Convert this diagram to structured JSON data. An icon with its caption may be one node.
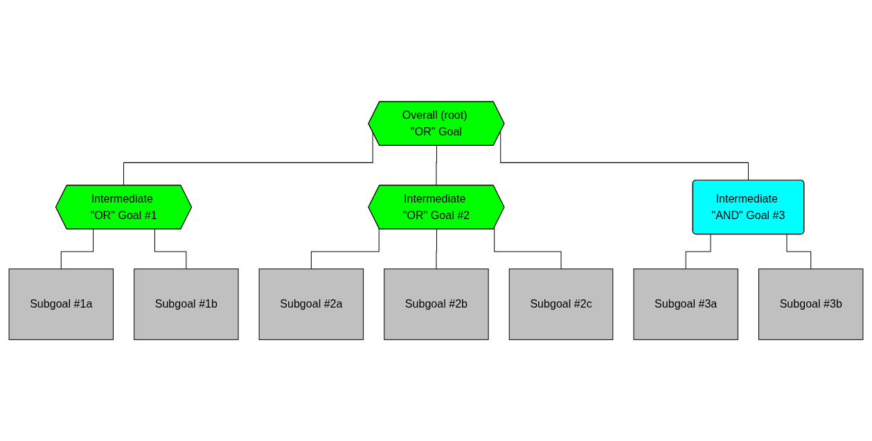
{
  "diagram": {
    "nodes": [
      {
        "text": [
          "Overall (root) \"OR\" Goal"
        ]
      },
      {
        "text": [
          "Intermediate \"OR\" Goal #1"
        ]
      },
      {
        "text": [
          "Intermediate \"OR\" Goal #2"
        ]
      },
      {
        "text": [
          "Intermediate \"AND\" Goal #3"
        ]
      },
      {
        "text": [
          "Subgoal #1a"
        ]
      },
      {
        "text": [
          "Subgoal #1b"
        ]
      },
      {
        "text": [
          "Subgoal #2a"
        ]
      },
      {
        "text": [
          "Subgoal #2b"
        ]
      },
      {
        "text": [
          "Subgoal #2c"
        ]
      },
      {
        "text": [
          "Subgoal #3a"
        ]
      },
      {
        "text": [
          "Subgoal #3b"
        ]
      }
    ],
    "edges": [
      {
        "from": 0,
        "to": 1,
        "arrow": "none"
      },
      {
        "from": 0,
        "to": 2,
        "arrow": "none"
      },
      {
        "from": 0,
        "to": 3,
        "arrow": "none"
      },
      {
        "from": 1,
        "to": 4,
        "arrow": "none"
      },
      {
        "from": 1,
        "to": 5,
        "arrow": "none"
      },
      {
        "from": 2,
        "to": 6,
        "arrow": "none"
      },
      {
        "from": 2,
        "to": 7,
        "arrow": "none"
      },
      {
        "from": 2,
        "to": 8,
        "arrow": "none"
      },
      {
        "from": 3,
        "to": 9,
        "arrow": "none"
      },
      {
        "from": 3,
        "to": 10,
        "arrow": "none"
      }
    ]
  }
}
